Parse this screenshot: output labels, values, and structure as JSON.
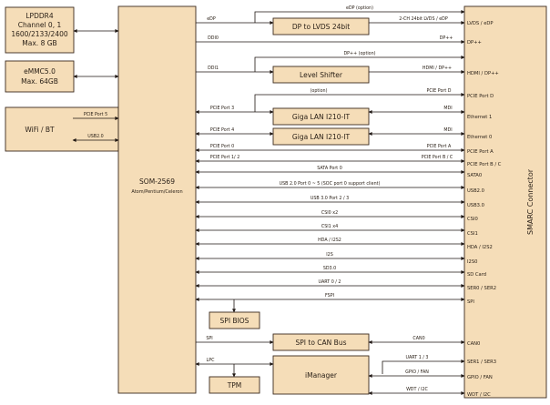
{
  "blocks": {
    "lpddr4": [
      "LPDDR4",
      "Channel 0, 1",
      "1600/2133/2400",
      "Max. 8 GB"
    ],
    "emmc": [
      "eMMC5.0",
      "Max. 64GB"
    ],
    "wifi": "WiFi / BT",
    "som_title": "SOM-2569",
    "som_sub": "Atom/Pentium/Celeron",
    "dp_lvds": "DP to LVDS 24bit",
    "level_shifter": "Level Shifter",
    "giga1": "Giga LAN I210-IT",
    "giga2": "Giga LAN I210-IT",
    "spi_bios": "SPI BIOS",
    "spi_can": "SPI to CAN Bus",
    "imanager": "iManager",
    "tpm": "TPM",
    "smarc": "SMARC Connector"
  },
  "wifi_links": {
    "pcie": "PCIE Port 5",
    "usb": "USB2.0"
  },
  "labels": {
    "edp_top": "eDP (option)",
    "edp": "eDP",
    "lvds_edp": "2-CH 24bit LVDS / eDP",
    "ddi0": "DDI0",
    "dp_pp_right": "DP++",
    "dp_pp_option": "DP++ (option)",
    "ddi1": "DDI1",
    "hdmi_dp": "HDMI / DP++",
    "option": "(option)",
    "pcie_d": "PCIE Port D",
    "pcie3": "PCIE Port 3",
    "mdi1": "MDI",
    "pcie4": "PCIE Port 4",
    "mdi2": "MDI",
    "pcie0": "PCIE Port 0",
    "pciea": "PCIE Port A",
    "pcie12": "PCIE Port 1/ 2",
    "pciebc": "PCIE Port B / C",
    "sata": "SATA Port 0",
    "usb20": "USB 2.0 Port 0 ~ 5 (SOC port 0 support client)",
    "usb30": "USB 3.0 Port 2 / 3",
    "csi0": "CSI0 x2",
    "csi1": "CSI1 x4",
    "hda": "HDA / I2S2",
    "i2s": "I2S",
    "sd": "SD3.0",
    "uart": "UART 0 / 2",
    "fspi": "FSPI",
    "spi": "SPI",
    "can0": "CAN0",
    "lpc": "LPC",
    "uart13": "UART 1 / 3",
    "gpio_fan": "GPIO / FAN",
    "wdt": "WDT / I2C"
  },
  "smarc_pins": [
    "LVDS / eDP",
    "DP++",
    "HDMI / DP++",
    "PCIE Port D",
    "Ethernet 1",
    "Ethernet 0",
    "PCIE Port A",
    "PCIE Port B / C",
    "SATA0",
    "USB2.0",
    "USB3.0",
    "CSI0",
    "CSI1",
    "HDA / I2S2",
    "I2S0",
    "SD Card",
    "SER0 / SER2",
    "SPI",
    "CAN0",
    "SER1 / SER3",
    "GPIO / FAN",
    "WDT / I2C"
  ]
}
